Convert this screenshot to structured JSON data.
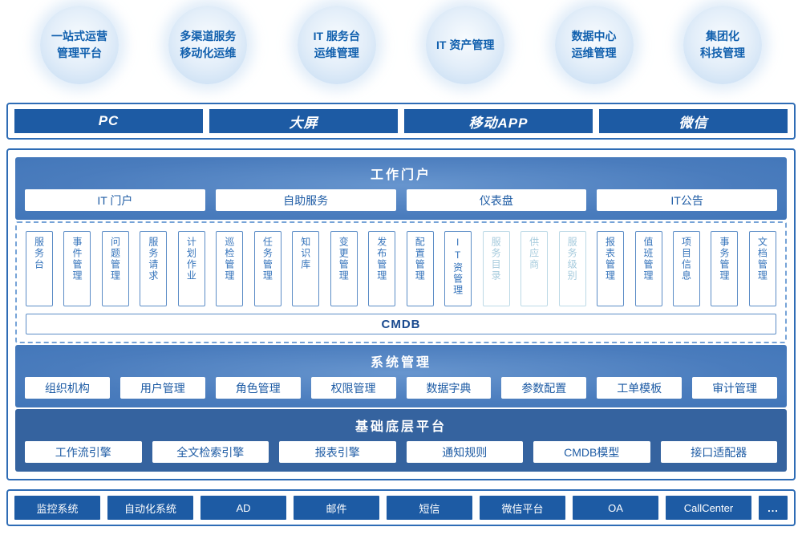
{
  "colors": {
    "primary_dark_blue": "#1d5ba4",
    "band_blue": "#4a7cbd",
    "platform_band_blue": "#35639f",
    "panel_border_blue": "#2e6cb5",
    "bubble_text_blue": "#1160ae",
    "module_text_blue": "#3674bb",
    "muted_module_blue": "#a6cbdd"
  },
  "bubbles": [
    {
      "line1": "一站式运营",
      "line2": "管理平台"
    },
    {
      "line1": "多渠道服务",
      "line2": "移动化运维"
    },
    {
      "line1": "IT 服务台",
      "line2": "运维管理"
    },
    {
      "line1": "IT 资产管理",
      "line2": ""
    },
    {
      "line1": "数据中心",
      "line2": "运维管理"
    },
    {
      "line1": "集团化",
      "line2": "科技管理"
    }
  ],
  "channels": [
    "PC",
    "大屏",
    "移动APP",
    "微信"
  ],
  "portal": {
    "title": "工作门户",
    "items": [
      "IT 门户",
      "自助服务",
      "仪表盘",
      "IT公告"
    ]
  },
  "modules": [
    "服务台",
    "事件管理",
    "问题管理",
    "服务请求",
    "计划作业",
    "巡检管理",
    "任务管理",
    "知识库",
    "变更管理",
    "发布管理",
    "配置管理",
    "IT资管理",
    "服务目录",
    "供应商",
    "服务级别",
    "报表管理",
    "值班管理",
    "项目信息",
    "事务管理",
    "文档管理"
  ],
  "cmdb_label": "CMDB",
  "system": {
    "title": "系统管理",
    "items": [
      "组织机构",
      "用户管理",
      "角色管理",
      "权限管理",
      "数据字典",
      "参数配置",
      "工单模板",
      "审计管理"
    ]
  },
  "platform": {
    "title": "基础底层平台",
    "items": [
      "工作流引擎",
      "全文检索引擎",
      "报表引擎",
      "通知规则",
      "CMDB模型",
      "接口适配器"
    ]
  },
  "integrations": [
    "监控系统",
    "自动化系统",
    "AD",
    "邮件",
    "短信",
    "微信平台",
    "OA",
    "CallCenter",
    "..."
  ]
}
